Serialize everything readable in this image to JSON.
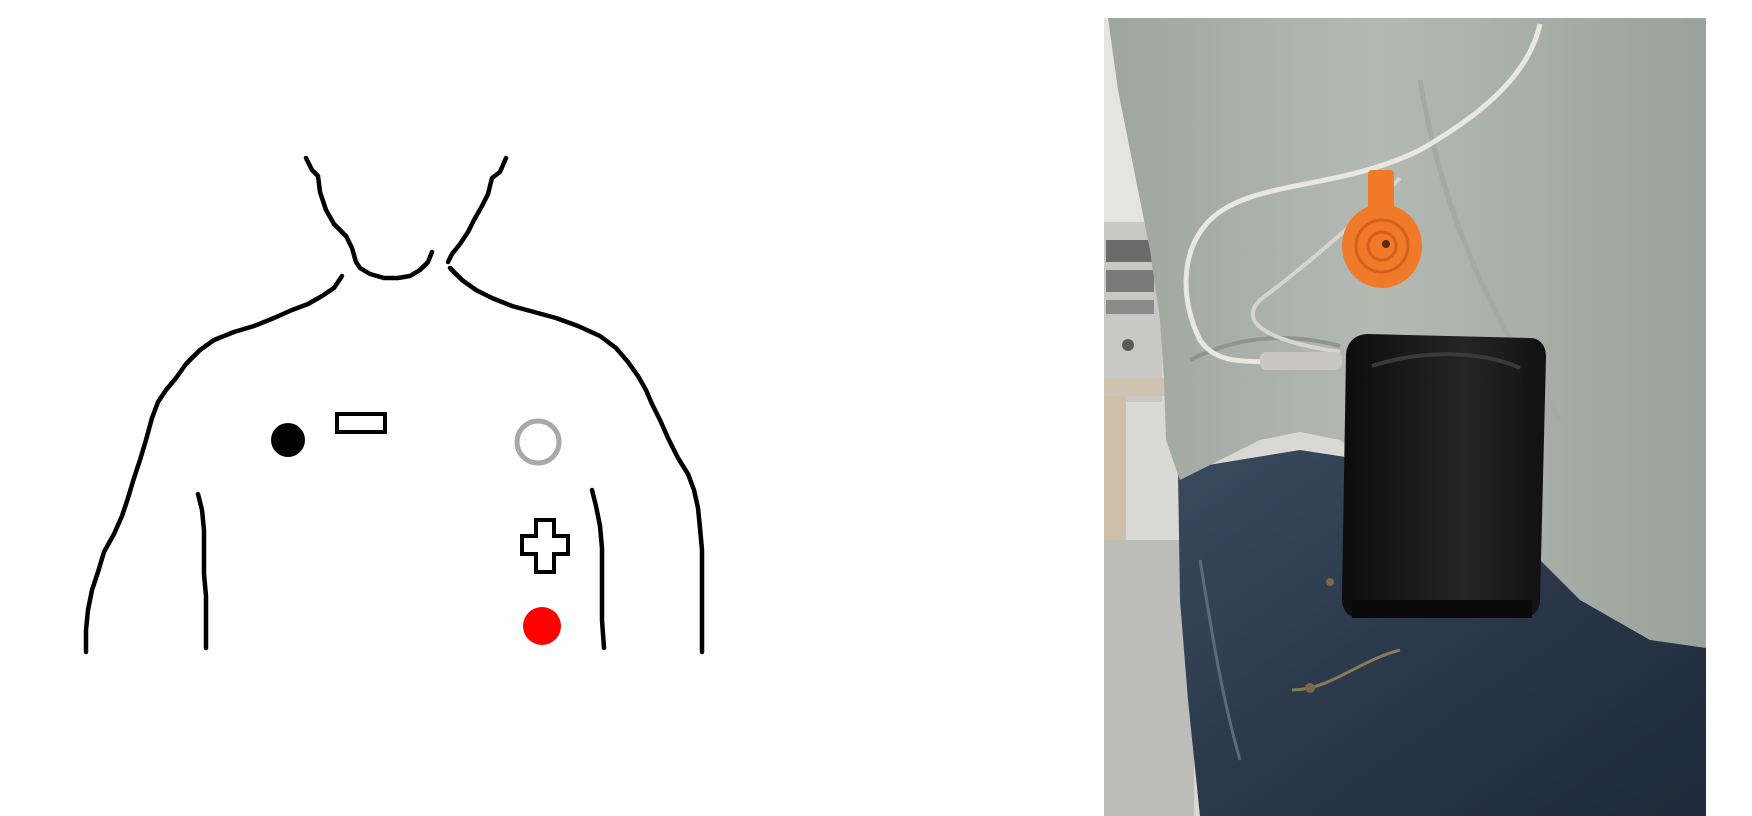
{
  "figure": {
    "left_panel": {
      "description_name": "electrode-placement-diagram",
      "electrodes": [
        {
          "id": "black-electrode",
          "color": "#000000",
          "fill": "solid"
        },
        {
          "id": "white-electrode",
          "color": "#a8a8a8",
          "fill": "hollow"
        },
        {
          "id": "red-electrode",
          "color": "#ff0000",
          "fill": "solid"
        }
      ],
      "polarity_markers": [
        {
          "id": "negative-sign-icon",
          "symbol": "minus"
        },
        {
          "id": "positive-sign-icon",
          "symbol": "plus"
        }
      ]
    },
    "right_panel": {
      "description_name": "person-wearing-ecg-recorder-photo",
      "colors": {
        "shirt": "#aab0aa",
        "jeans": "#2c3a4c",
        "device": "#1a1a1a",
        "electrode_pad": "#f07a2a",
        "background": "#d8d8d4"
      }
    }
  }
}
